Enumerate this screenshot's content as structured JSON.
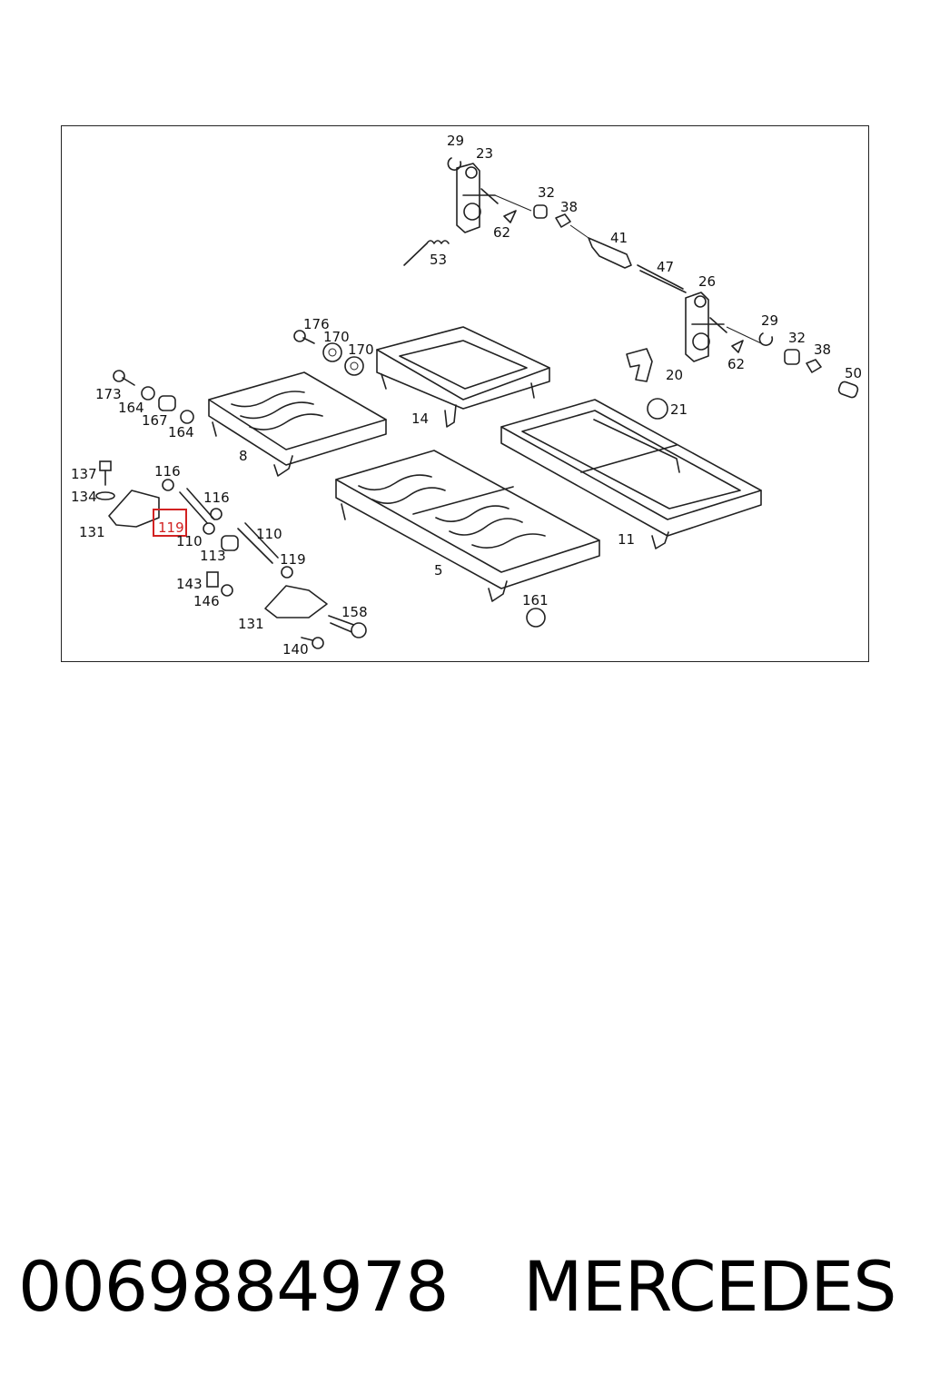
{
  "diagram": {
    "callouts": [
      "29",
      "23",
      "32",
      "38",
      "62",
      "53",
      "41",
      "47",
      "26",
      "29",
      "32",
      "38",
      "62",
      "50",
      "20",
      "21",
      "176",
      "170",
      "170",
      "173",
      "164",
      "167",
      "164",
      "14",
      "8",
      "11",
      "137",
      "116",
      "134",
      "116",
      "131",
      "119",
      "110",
      "110",
      "113",
      "119",
      "143",
      "146",
      "131",
      "158",
      "140",
      "161",
      "5"
    ],
    "highlighted_part": "119",
    "highlight_color": "#d22222"
  },
  "footer": {
    "part_number": "0069884978",
    "brand": "MERCEDES"
  }
}
